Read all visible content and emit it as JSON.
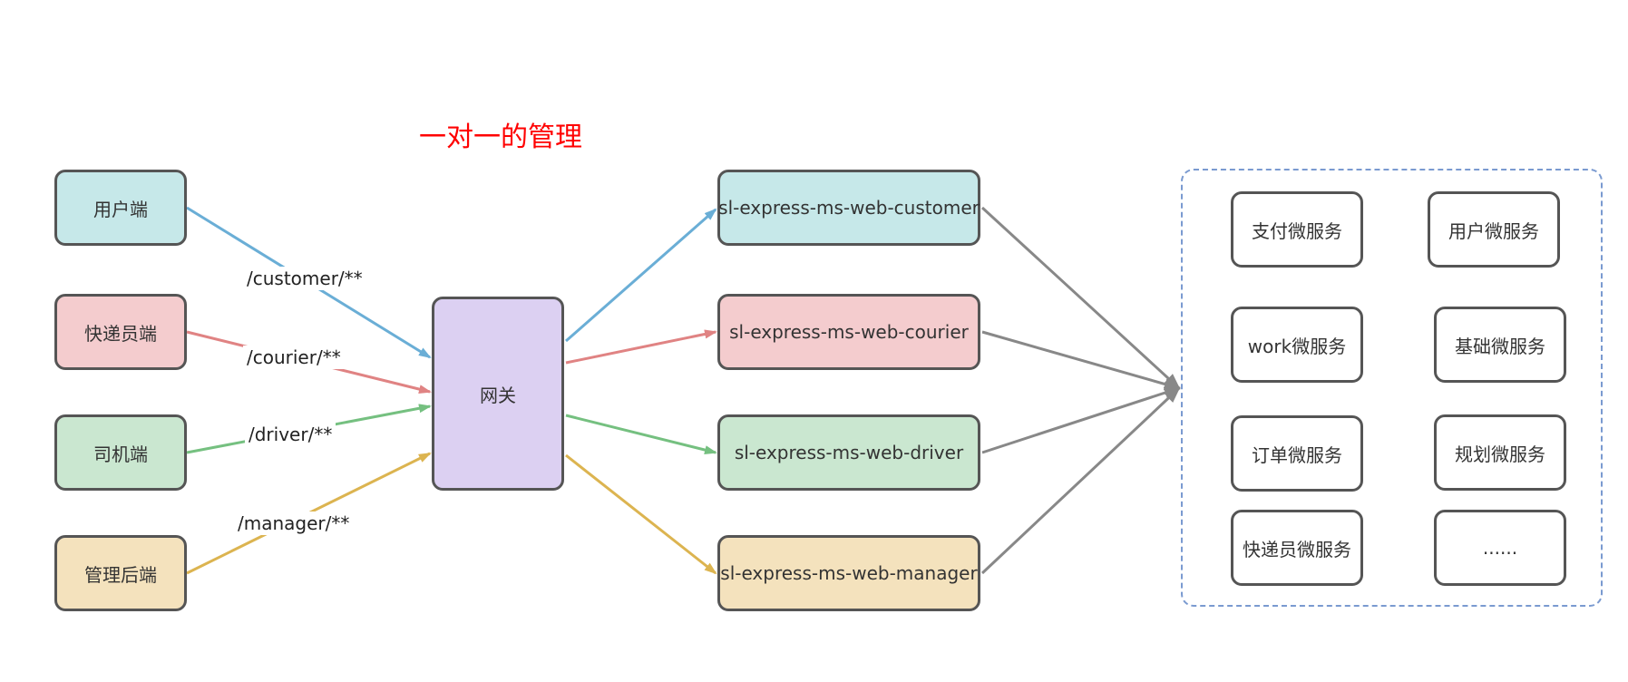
{
  "title": "一对一的管理",
  "colors": {
    "customer": "#c6e8e9",
    "courier": "#f4ccce",
    "driver": "#cae7d0",
    "manager": "#f4e2bd",
    "gateway": "#dcd0f2",
    "arrow_customer": "#6aaed6",
    "arrow_courier": "#e08383",
    "arrow_driver": "#75c080",
    "arrow_manager": "#dcb450",
    "arrow_service": "#888888",
    "group_border": "#7a9ad0"
  },
  "clients": [
    {
      "label": "用户端"
    },
    {
      "label": "快递员端"
    },
    {
      "label": "司机端"
    },
    {
      "label": "管理后端"
    }
  ],
  "routes": [
    "/customer/**",
    "/courier/**",
    "/driver/**",
    "/manager/**"
  ],
  "gateway": {
    "label": "网关"
  },
  "apps": [
    {
      "label": "sl-express-ms-web-customer"
    },
    {
      "label": "sl-express-ms-web-courier"
    },
    {
      "label": "sl-express-ms-web-driver"
    },
    {
      "label": "sl-express-ms-web-manager"
    }
  ],
  "services": [
    {
      "label": "支付微服务"
    },
    {
      "label": "用户微服务"
    },
    {
      "label": "work微服务"
    },
    {
      "label": "基础微服务"
    },
    {
      "label": "订单微服务"
    },
    {
      "label": "规划微服务"
    },
    {
      "label": "快递员微服务"
    },
    {
      "label": "......"
    }
  ]
}
